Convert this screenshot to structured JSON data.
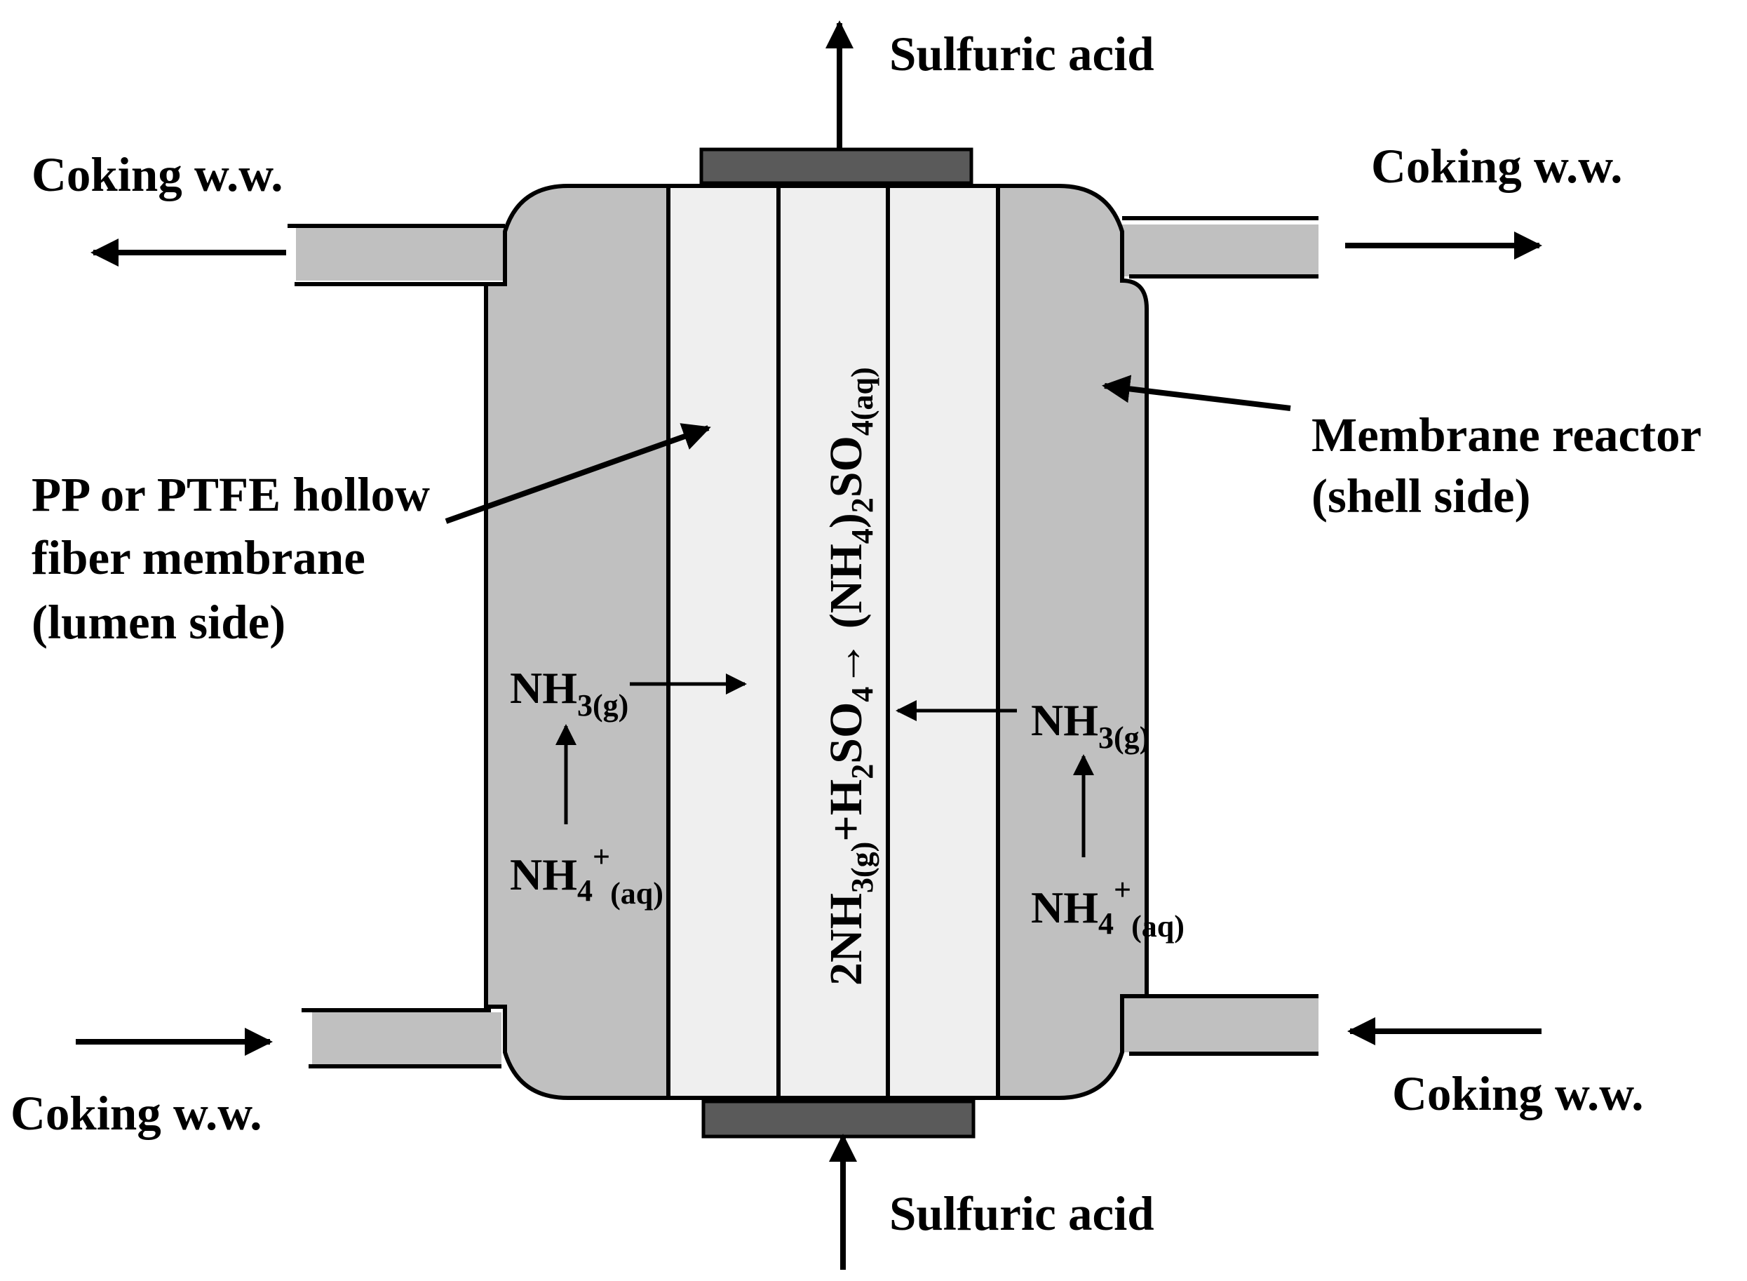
{
  "labels": {
    "sulfuric_acid_top": "Sulfuric acid",
    "sulfuric_acid_bottom": "Sulfuric acid",
    "coking_top_left": "Coking w.w.",
    "coking_top_right": "Coking w.w.",
    "coking_bottom_left": "Coking w.w.",
    "coking_bottom_right": "Coking w.w.",
    "membrane_reactor_line1": "Membrane reactor",
    "membrane_reactor_line2": "(shell side)",
    "fiber_line1": "PP or PTFE hollow",
    "fiber_line2": "fiber membrane",
    "fiber_line3": "(lumen side)"
  },
  "species": {
    "nh3": "NH",
    "nh3_sub": "3(g)",
    "nh4": "NH",
    "nh4_sub": "4",
    "nh4_sup": "+",
    "nh4_aq": "(aq)"
  },
  "reaction": {
    "c1": "2NH",
    "s1": "3(g)",
    "c2": "+H",
    "s2": "2",
    "c3": "SO",
    "s3": "4",
    "arrow": "→",
    "c4": " (NH",
    "s4": "4",
    "c5": ")",
    "s5": "2",
    "c6": "SO",
    "s6": "4(aq)"
  },
  "colors": {
    "shell": "#c0c0c0",
    "fiber": "#efefef",
    "cap": "#5a5a5a",
    "line": "#000000"
  }
}
